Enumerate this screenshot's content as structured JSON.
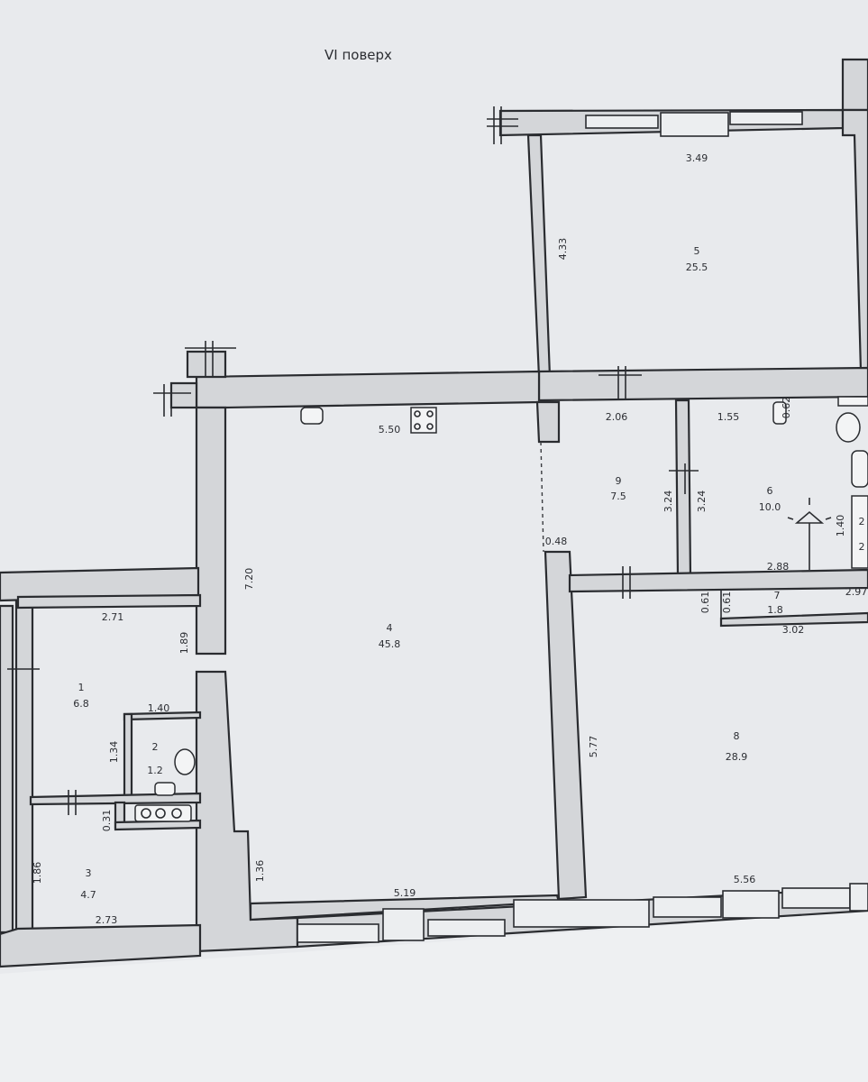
{
  "title": "VI поверх",
  "rooms": [
    {
      "id": "1",
      "area": "6.8"
    },
    {
      "id": "2",
      "area": "1.2"
    },
    {
      "id": "3",
      "area": "4.7"
    },
    {
      "id": "4",
      "area": "45.8"
    },
    {
      "id": "5",
      "area": "25.5"
    },
    {
      "id": "6",
      "area": "10.0"
    },
    {
      "id": "7",
      "area": "1.8"
    },
    {
      "id": "8",
      "area": "28.9"
    },
    {
      "id": "9",
      "area": "7.5"
    }
  ],
  "dimensions": {
    "r5_width": "3.49",
    "r5_height": "4.33",
    "r4_top": "5.50",
    "r4_left": "7.20",
    "r4_bottom": "5.19",
    "r4_left_low": "1.36",
    "r9_top": "2.06",
    "r9_right": "3.24",
    "r9_opening": "0.48",
    "r6_top": "1.55",
    "r6_left": "3.24",
    "r6_bottom": "2.88",
    "r6_right": "1.40",
    "r6_small": "0.62",
    "c7_a": "2.97",
    "c7_b": "3.02",
    "c7_c": "0.61",
    "c7_d": "0.61",
    "r8_left": "5.77",
    "r8_bottom": "5.56",
    "r1_top": "2.71",
    "r1_right": "1.89",
    "r2_top": "1.40",
    "r2_left": "1.34",
    "r2_low": "0.31",
    "r3_left": "1.86",
    "r3_bottom": "2.73",
    "edge_a": "2",
    "edge_b": "2"
  }
}
